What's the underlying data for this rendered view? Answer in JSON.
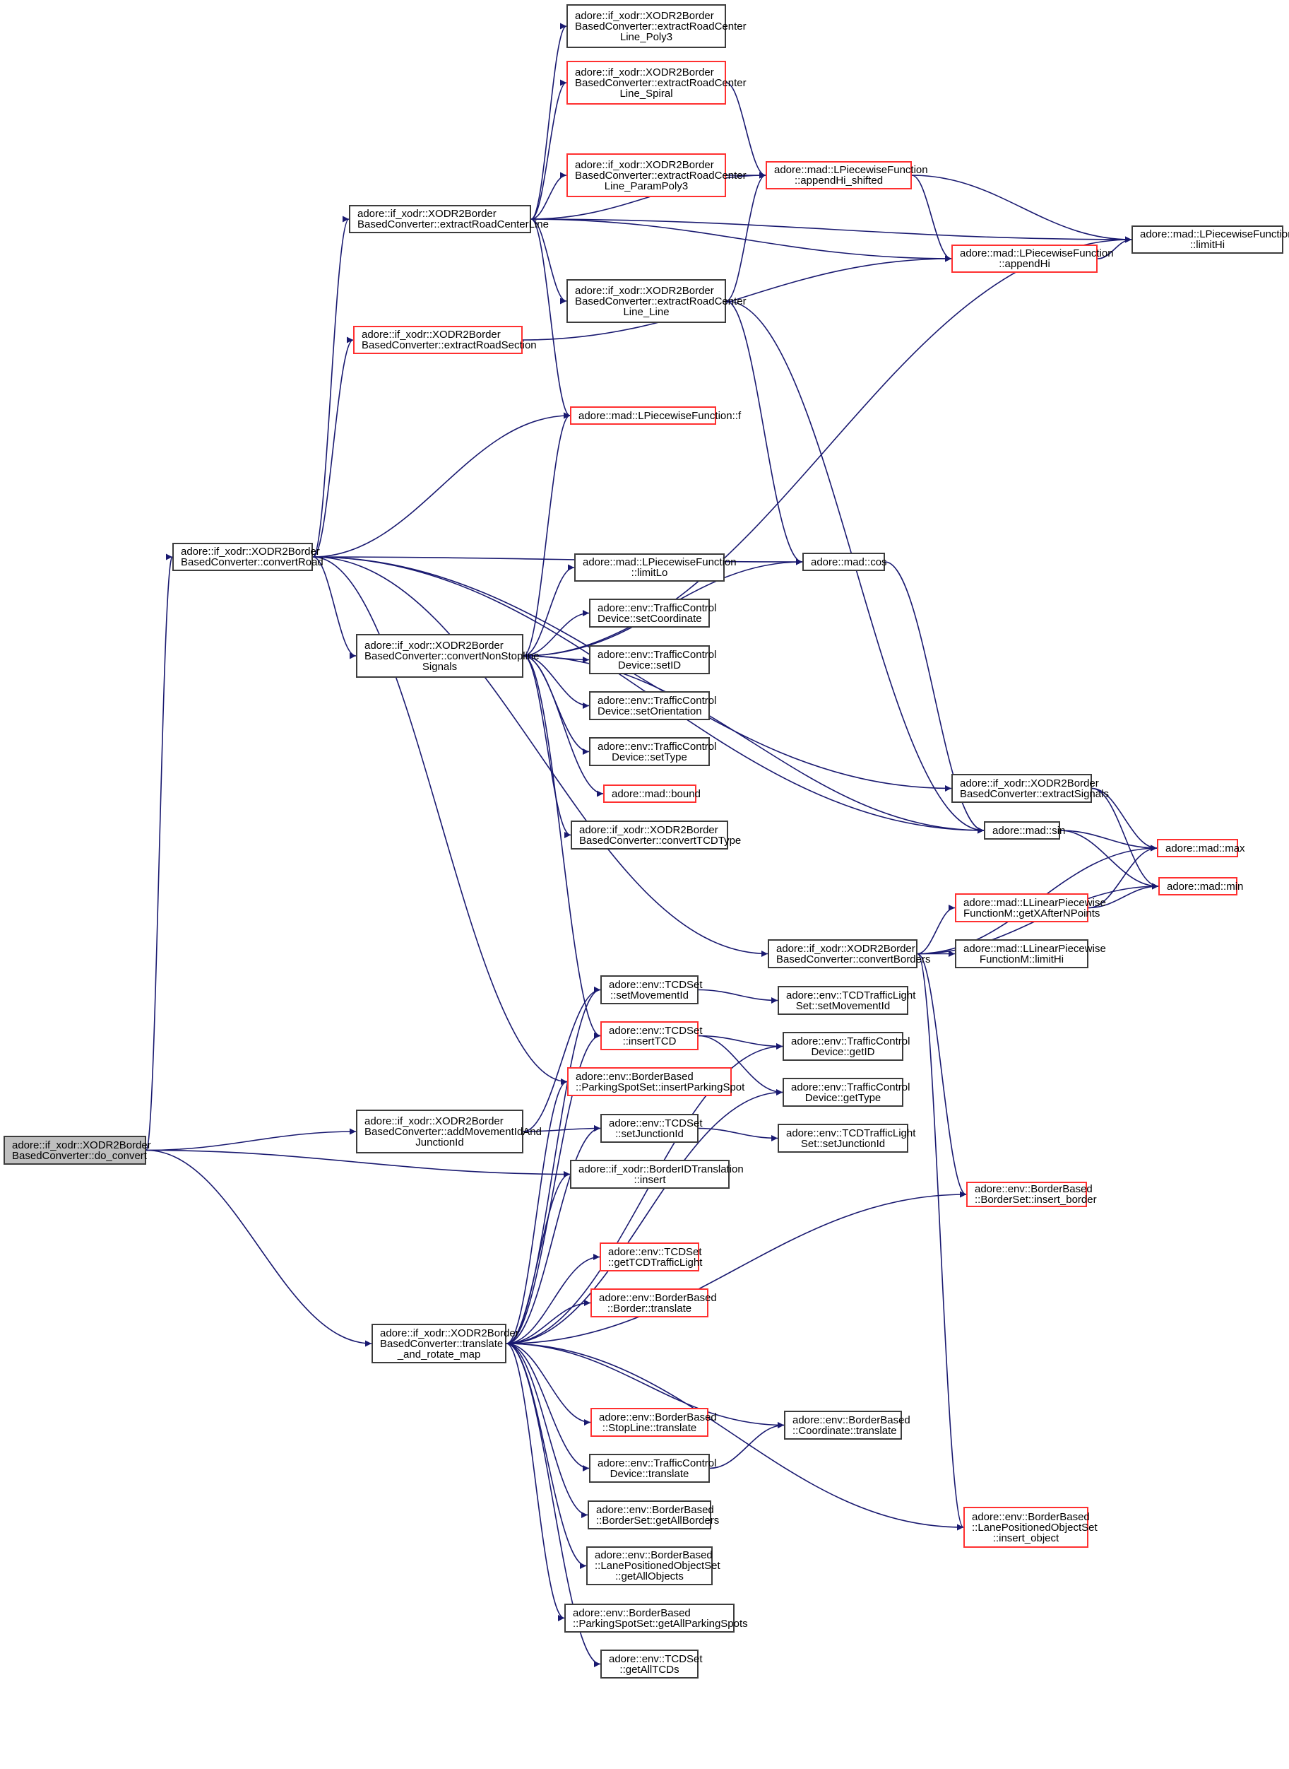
{
  "graph": {
    "title": "Call graph of adore::if_xodr::XODR2BorderBasedConverter::do_convert",
    "edge_color": "#191970",
    "node_border_color": "#3c3c3c",
    "truncated_node_color": "#ff3030",
    "root_fill_color": "#bfbfbf",
    "nodes": [
      {
        "id": "do_convert",
        "lines": [
          "adore::if_xodr::XODR2Border",
          "BasedConverter::do_convert"
        ],
        "truncated": false,
        "root": true
      },
      {
        "id": "convertRoad",
        "lines": [
          "adore::if_xodr::XODR2Border",
          "BasedConverter::convertRoad"
        ],
        "truncated": false
      },
      {
        "id": "extractRoadCenterLine",
        "lines": [
          "adore::if_xodr::XODR2Border",
          "BasedConverter::extractRoadCenterLine"
        ],
        "truncated": false
      },
      {
        "id": "extractRoadSection",
        "lines": [
          "adore::if_xodr::XODR2Border",
          "BasedConverter::extractRoadSection"
        ],
        "truncated": true
      },
      {
        "id": "lpf_f",
        "lines": [
          "adore::mad::LPiecewiseFunction::f"
        ],
        "truncated": true
      },
      {
        "id": "convertNonStoplineSignals",
        "lines": [
          "adore::if_xodr::XODR2Border",
          "BasedConverter::convertNonStopline",
          "Signals"
        ],
        "truncated": false
      },
      {
        "id": "addMovementIdAndJunctionId",
        "lines": [
          "adore::if_xodr::XODR2Border",
          "BasedConverter::addMovementIdAnd",
          "JunctionId"
        ],
        "truncated": false
      },
      {
        "id": "translate_and_rotate_map",
        "lines": [
          "adore::if_xodr::XODR2Border",
          "BasedConverter::translate",
          "_and_rotate_map"
        ],
        "truncated": false
      },
      {
        "id": "poly3",
        "lines": [
          "adore::if_xodr::XODR2Border",
          "BasedConverter::extractRoadCenter",
          "Line_Poly3"
        ],
        "truncated": false
      },
      {
        "id": "spiral",
        "lines": [
          "adore::if_xodr::XODR2Border",
          "BasedConverter::extractRoadCenter",
          "Line_Spiral"
        ],
        "truncated": true
      },
      {
        "id": "parampoly3",
        "lines": [
          "adore::if_xodr::XODR2Border",
          "BasedConverter::extractRoadCenter",
          "Line_ParamPoly3"
        ],
        "truncated": true
      },
      {
        "id": "line_line",
        "lines": [
          "adore::if_xodr::XODR2Border",
          "BasedConverter::extractRoadCenter",
          "Line_Line"
        ],
        "truncated": false
      },
      {
        "id": "appendHi_shifted",
        "lines": [
          "adore::mad::LPiecewiseFunction",
          "::appendHi_shifted"
        ],
        "truncated": true
      },
      {
        "id": "appendHi",
        "lines": [
          "adore::mad::LPiecewiseFunction",
          "::appendHi"
        ],
        "truncated": true
      },
      {
        "id": "limitHi",
        "lines": [
          "adore::mad::LPiecewiseFunction",
          "::limitHi"
        ],
        "truncated": false
      },
      {
        "id": "limitLo",
        "lines": [
          "adore::mad::LPiecewiseFunction",
          "::limitLo"
        ],
        "truncated": false
      },
      {
        "id": "cos",
        "lines": [
          "adore::mad::cos"
        ],
        "truncated": false
      },
      {
        "id": "setCoordinate",
        "lines": [
          "adore::env::TrafficControl",
          "Device::setCoordinate"
        ],
        "truncated": false
      },
      {
        "id": "setID",
        "lines": [
          "adore::env::TrafficControl",
          "Device::setID"
        ],
        "truncated": false
      },
      {
        "id": "setOrientation",
        "lines": [
          "adore::env::TrafficControl",
          "Device::setOrientation"
        ],
        "truncated": false
      },
      {
        "id": "setType",
        "lines": [
          "adore::env::TrafficControl",
          "Device::setType"
        ],
        "truncated": false
      },
      {
        "id": "bound",
        "lines": [
          "adore::mad::bound"
        ],
        "truncated": true
      },
      {
        "id": "convertTCDType",
        "lines": [
          "adore::if_xodr::XODR2Border",
          "BasedConverter::convertTCDType"
        ],
        "truncated": false
      },
      {
        "id": "extractSignals",
        "lines": [
          "adore::if_xodr::XODR2Border",
          "BasedConverter::extractSignals"
        ],
        "truncated": false
      },
      {
        "id": "sin",
        "lines": [
          "adore::mad::sin"
        ],
        "truncated": false
      },
      {
        "id": "max",
        "lines": [
          "adore::mad::max"
        ],
        "truncated": true
      },
      {
        "id": "min",
        "lines": [
          "adore::mad::min"
        ],
        "truncated": true
      },
      {
        "id": "getXAfterNPoints",
        "lines": [
          "adore::mad::LLinearPiecewise",
          "FunctionM::getXAfterNPoints"
        ],
        "truncated": true
      },
      {
        "id": "llpf_limitHi",
        "lines": [
          "adore::mad::LLinearPiecewise",
          "FunctionM::limitHi"
        ],
        "truncated": false
      },
      {
        "id": "convertBorders",
        "lines": [
          "adore::if_xodr::XODR2Border",
          "BasedConverter::convertBorders"
        ],
        "truncated": false
      },
      {
        "id": "tcdset_setMovementId",
        "lines": [
          "adore::env::TCDSet",
          "::setMovementId"
        ],
        "truncated": false
      },
      {
        "id": "tl_setMovementId",
        "lines": [
          "adore::env::TCDTrafficLight",
          "Set::setMovementId"
        ],
        "truncated": false
      },
      {
        "id": "insertTCD",
        "lines": [
          "adore::env::TCDSet",
          "::insertTCD"
        ],
        "truncated": true
      },
      {
        "id": "getID",
        "lines": [
          "adore::env::TrafficControl",
          "Device::getID"
        ],
        "truncated": false
      },
      {
        "id": "insertParkingSpot",
        "lines": [
          "adore::env::BorderBased",
          "::ParkingSpotSet::insertParkingSpot"
        ],
        "truncated": true
      },
      {
        "id": "getType",
        "lines": [
          "adore::env::TrafficControl",
          "Device::getType"
        ],
        "truncated": false
      },
      {
        "id": "tcdset_setJunctionId",
        "lines": [
          "adore::env::TCDSet",
          "::setJunctionId"
        ],
        "truncated": false
      },
      {
        "id": "tl_setJunctionId",
        "lines": [
          "adore::env::TCDTrafficLight",
          "Set::setJunctionId"
        ],
        "truncated": false
      },
      {
        "id": "bidt_insert",
        "lines": [
          "adore::if_xodr::BorderIDTranslation",
          "::insert"
        ],
        "truncated": false
      },
      {
        "id": "getTCDTrafficLight",
        "lines": [
          "adore::env::TCDSet",
          "::getTCDTrafficLight"
        ],
        "truncated": true
      },
      {
        "id": "border_translate",
        "lines": [
          "adore::env::BorderBased",
          "::Border::translate"
        ],
        "truncated": true
      },
      {
        "id": "insert_border",
        "lines": [
          "adore::env::BorderBased",
          "::BorderSet::insert_border"
        ],
        "truncated": true
      },
      {
        "id": "stopline_translate",
        "lines": [
          "adore::env::BorderBased",
          "::StopLine::translate"
        ],
        "truncated": true
      },
      {
        "id": "coordinate_translate",
        "lines": [
          "adore::env::BorderBased",
          "::Coordinate::translate"
        ],
        "truncated": false
      },
      {
        "id": "tcd_translate",
        "lines": [
          "adore::env::TrafficControl",
          "Device::translate"
        ],
        "truncated": false
      },
      {
        "id": "getAllBorders",
        "lines": [
          "adore::env::BorderBased",
          "::BorderSet::getAllBorders"
        ],
        "truncated": false
      },
      {
        "id": "getAllObjects",
        "lines": [
          "adore::env::BorderBased",
          "::LanePositionedObjectSet",
          "::getAllObjects"
        ],
        "truncated": false
      },
      {
        "id": "getAllParkingSpots",
        "lines": [
          "adore::env::BorderBased",
          "::ParkingSpotSet::getAllParkingSpots"
        ],
        "truncated": false
      },
      {
        "id": "getAllTCDs",
        "lines": [
          "adore::env::TCDSet",
          "::getAllTCDs"
        ],
        "truncated": false
      },
      {
        "id": "insert_object",
        "lines": [
          "adore::env::BorderBased",
          "::LanePositionedObjectSet",
          "::insert_object"
        ],
        "truncated": true
      }
    ],
    "edges": [
      [
        "do_convert",
        "convertRoad"
      ],
      [
        "do_convert",
        "addMovementIdAndJunctionId"
      ],
      [
        "do_convert",
        "bidt_insert"
      ],
      [
        "do_convert",
        "translate_and_rotate_map"
      ],
      [
        "convertRoad",
        "extractRoadCenterLine"
      ],
      [
        "convertRoad",
        "extractRoadSection"
      ],
      [
        "convertRoad",
        "lpf_f"
      ],
      [
        "convertRoad",
        "cos"
      ],
      [
        "convertRoad",
        "extractSignals"
      ],
      [
        "convertRoad",
        "convertNonStoplineSignals"
      ],
      [
        "convertRoad",
        "sin"
      ],
      [
        "convertRoad",
        "convertBorders"
      ],
      [
        "convertRoad",
        "insertParkingSpot"
      ],
      [
        "extractRoadCenterLine",
        "poly3"
      ],
      [
        "extractRoadCenterLine",
        "spiral"
      ],
      [
        "extractRoadCenterLine",
        "appendHi_shifted"
      ],
      [
        "extractRoadCenterLine",
        "parampoly3"
      ],
      [
        "extractRoadCenterLine",
        "line_line"
      ],
      [
        "extractRoadCenterLine",
        "limitHi"
      ],
      [
        "extractRoadCenterLine",
        "appendHi"
      ],
      [
        "extractRoadCenterLine",
        "lpf_f"
      ],
      [
        "spiral",
        "appendHi_shifted"
      ],
      [
        "parampoly3",
        "appendHi_shifted"
      ],
      [
        "line_line",
        "appendHi_shifted"
      ],
      [
        "line_line",
        "cos"
      ],
      [
        "line_line",
        "sin"
      ],
      [
        "appendHi_shifted",
        "limitHi"
      ],
      [
        "appendHi_shifted",
        "appendHi"
      ],
      [
        "appendHi",
        "limitHi"
      ],
      [
        "extractRoadSection",
        "appendHi"
      ],
      [
        "convertNonStoplineSignals",
        "lpf_f"
      ],
      [
        "convertNonStoplineSignals",
        "limitHi"
      ],
      [
        "convertNonStoplineSignals",
        "cos"
      ],
      [
        "convertNonStoplineSignals",
        "limitLo"
      ],
      [
        "convertNonStoplineSignals",
        "setCoordinate"
      ],
      [
        "convertNonStoplineSignals",
        "setID"
      ],
      [
        "convertNonStoplineSignals",
        "setOrientation"
      ],
      [
        "convertNonStoplineSignals",
        "setType"
      ],
      [
        "convertNonStoplineSignals",
        "bound"
      ],
      [
        "convertNonStoplineSignals",
        "convertTCDType"
      ],
      [
        "convertNonStoplineSignals",
        "sin"
      ],
      [
        "convertNonStoplineSignals",
        "insertTCD"
      ],
      [
        "cos",
        "sin"
      ],
      [
        "extractSignals",
        "max"
      ],
      [
        "extractSignals",
        "min"
      ],
      [
        "sin",
        "max"
      ],
      [
        "sin",
        "min"
      ],
      [
        "convertBorders",
        "max"
      ],
      [
        "convertBorders",
        "getXAfterNPoints"
      ],
      [
        "convertBorders",
        "llpf_limitHi"
      ],
      [
        "convertBorders",
        "min"
      ],
      [
        "convertBorders",
        "insert_border"
      ],
      [
        "convertBorders",
        "insert_object"
      ],
      [
        "getXAfterNPoints",
        "max"
      ],
      [
        "getXAfterNPoints",
        "min"
      ],
      [
        "addMovementIdAndJunctionId",
        "tcdset_setMovementId"
      ],
      [
        "addMovementIdAndJunctionId",
        "tcdset_setJunctionId"
      ],
      [
        "tcdset_setMovementId",
        "tl_setMovementId"
      ],
      [
        "insertTCD",
        "getID"
      ],
      [
        "insertTCD",
        "getType"
      ],
      [
        "tcdset_setJunctionId",
        "tl_setJunctionId"
      ],
      [
        "translate_and_rotate_map",
        "tcdset_setMovementId"
      ],
      [
        "translate_and_rotate_map",
        "insertTCD"
      ],
      [
        "translate_and_rotate_map",
        "insertParkingSpot"
      ],
      [
        "translate_and_rotate_map",
        "getID"
      ],
      [
        "translate_and_rotate_map",
        "getType"
      ],
      [
        "translate_and_rotate_map",
        "tcdset_setJunctionId"
      ],
      [
        "translate_and_rotate_map",
        "bidt_insert"
      ],
      [
        "translate_and_rotate_map",
        "getTCDTrafficLight"
      ],
      [
        "translate_and_rotate_map",
        "border_translate"
      ],
      [
        "translate_and_rotate_map",
        "stopline_translate"
      ],
      [
        "translate_and_rotate_map",
        "coordinate_translate"
      ],
      [
        "translate_and_rotate_map",
        "tcd_translate"
      ],
      [
        "translate_and_rotate_map",
        "getAllBorders"
      ],
      [
        "translate_and_rotate_map",
        "getAllObjects"
      ],
      [
        "translate_and_rotate_map",
        "getAllParkingSpots"
      ],
      [
        "translate_and_rotate_map",
        "getAllTCDs"
      ],
      [
        "translate_and_rotate_map",
        "insert_border"
      ],
      [
        "translate_and_rotate_map",
        "insert_object"
      ],
      [
        "tcd_translate",
        "coordinate_translate"
      ]
    ]
  }
}
